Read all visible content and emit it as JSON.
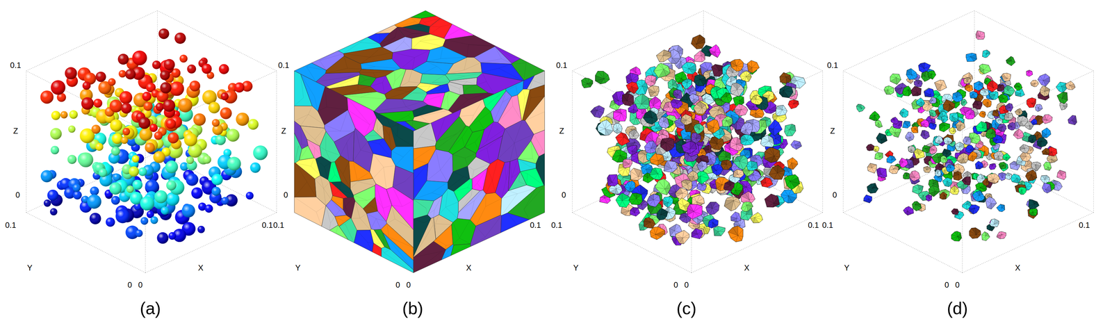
{
  "diagram": {
    "labels": [
      "0.1",
      "Z",
      "0",
      "0.1",
      "Y",
      "0",
      "0",
      "X",
      "0.1",
      "(a)",
      "0.1",
      "Z",
      "0",
      "0.1",
      "Y",
      "0",
      "0",
      "X",
      "0.1",
      "(b)",
      "0.1",
      "Z",
      "0",
      "0.1",
      "Y",
      "0",
      "0",
      "X",
      "0.1",
      "(c)",
      "0.1",
      "Z",
      "0",
      "0.1",
      "Y",
      "0",
      "0",
      "X",
      "0.1",
      "(d)"
    ]
  }
}
